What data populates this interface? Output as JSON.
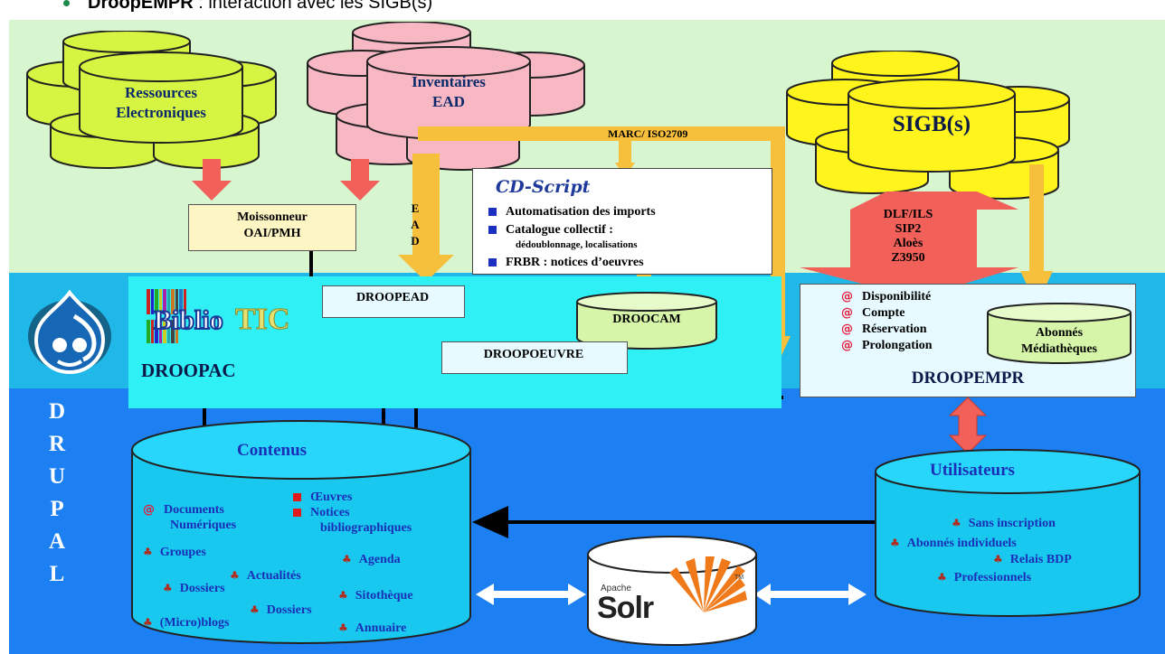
{
  "header_bullet": "DroopEMPR : interaction avec les SIGB(s)",
  "header_bold": "DroopEMPR",
  "header_rest": " : interaction avec les SIGB(s)",
  "sources": {
    "ressources": [
      "Ressources",
      "Electroniques"
    ],
    "inventaires": [
      "Inventaires",
      "EAD"
    ],
    "sigb": "SIGB(s)"
  },
  "moissonneur": [
    "Moissonneur",
    "OAI/PMH"
  ],
  "marc_label": "MARC/ ISO2709",
  "ead_vertical": [
    "E",
    "A",
    "D"
  ],
  "cdscript": {
    "title": "CD-Script",
    "items": [
      {
        "text": "Automatisation des imports",
        "sub": ""
      },
      {
        "text": "Catalogue collectif :",
        "sub": "dédoublonnage, localisations"
      },
      {
        "text": "FRBR : notices d’oeuvres",
        "sub": ""
      }
    ]
  },
  "protocols": [
    "DLF/ILS",
    "SIP2",
    "Aloès",
    "Z3950"
  ],
  "modules": {
    "droopead": "DROOPEAD",
    "droocam": "DROOCAM",
    "droopoeuvre": "DROOPOEUVRE",
    "droopac": "DROOPAC",
    "droopempr": "DROOPEMPR",
    "bibliotic": "BiblioTIC"
  },
  "empr_items": [
    "Disponibilité",
    "Compte",
    "Réservation",
    "Prolongation"
  ],
  "abonnes": [
    "Abonnés",
    "Médiathèques"
  ],
  "drupal_letters": [
    "D",
    "R",
    "U",
    "P",
    "A",
    "L"
  ],
  "contenus": {
    "title": "Contenus",
    "at_items": [
      [
        "Documents",
        "Numériques"
      ]
    ],
    "square_items": [
      [
        "Œuvres"
      ],
      [
        "Notices",
        "bibliographiques"
      ]
    ],
    "tree_items": [
      "Groupes",
      "Actualités",
      "Dossiers",
      "Dossiers",
      "(Micro)blogs",
      "Agenda",
      "Sitothèque",
      "Annuaire"
    ]
  },
  "utilisateurs": {
    "title": "Utilisateurs",
    "items": [
      "Sans inscription",
      "Abonnés individuels",
      "Relais BDP",
      "Professionnels"
    ]
  },
  "solr": {
    "small": "Apache",
    "big": "Solr",
    "tm": "TM"
  },
  "colors": {
    "top_band": "#d7f5cf",
    "mid_band": "#1fb8e8",
    "bottom_band": "#1c80f2",
    "green_cyl": "#d6f542",
    "pink_cyl": "#f7b8c4",
    "yellow_cyl": "#fff51c",
    "orange_arrow": "#f7c03c",
    "red_arrow": "#f2605a",
    "cyan_cyl": "#19c8ee"
  }
}
